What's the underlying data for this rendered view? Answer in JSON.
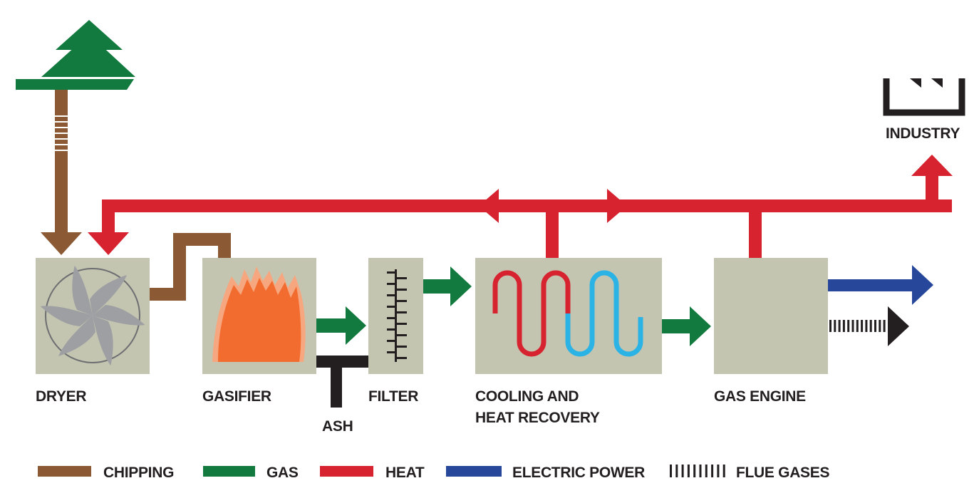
{
  "colors": {
    "chipping": "#8b5a35",
    "gas": "#127a3e",
    "heat": "#d6232f",
    "electric_power": "#27479b",
    "flue_gases": "#231f20",
    "box": "#c4c5b0",
    "tree": "#127a3e",
    "flame_dark": "#f26b2f",
    "flame_light": "#f7a77f",
    "hot_coil": "#d6232f",
    "cold_coil": "#2bb3e6",
    "fan_blade": "#9d9fa3"
  },
  "nodes": {
    "dryer": "DRYER",
    "gasifier": "GASIFIER",
    "ash": "ASH",
    "filter": "FILTER",
    "cooling_line1": "COOLING AND",
    "cooling_line2": "HEAT RECOVERY",
    "gas_engine": "GAS ENGINE",
    "industry": "INDUSTRY"
  },
  "icons": [
    "tree-icon",
    "fan-icon",
    "flame-icon",
    "filter-icon",
    "coil-icon",
    "factory-icon"
  ],
  "legend": [
    {
      "key": "chipping",
      "label": "CHIPPING",
      "style": "bar"
    },
    {
      "key": "gas",
      "label": "GAS",
      "style": "bar"
    },
    {
      "key": "heat",
      "label": "HEAT",
      "style": "bar"
    },
    {
      "key": "electric_power",
      "label": "ELECTRIC POWER",
      "style": "bar"
    },
    {
      "key": "flue_gases",
      "label": "FLUE GASES",
      "style": "hatch"
    }
  ]
}
